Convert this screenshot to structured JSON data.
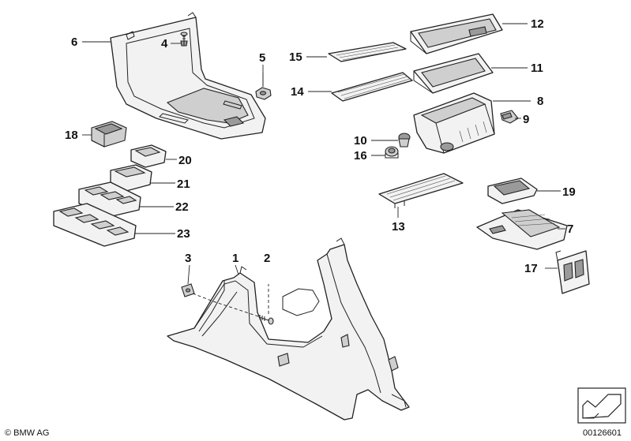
{
  "diagram": {
    "labels": {
      "p1": "1",
      "p2": "2",
      "p3": "3",
      "p4": "4",
      "p5": "5",
      "p6": "6",
      "p7": "7",
      "p8": "8",
      "p9": "9",
      "p10": "10",
      "p11": "11",
      "p12": "12",
      "p13": "13",
      "p14": "14",
      "p15": "15",
      "p16": "16",
      "p17": "17",
      "p18": "18",
      "p19": "19",
      "p20": "20",
      "p21": "21",
      "p22": "22",
      "p23": "23"
    },
    "copyright": "© BMW AG",
    "drawing_number": "00126601"
  }
}
